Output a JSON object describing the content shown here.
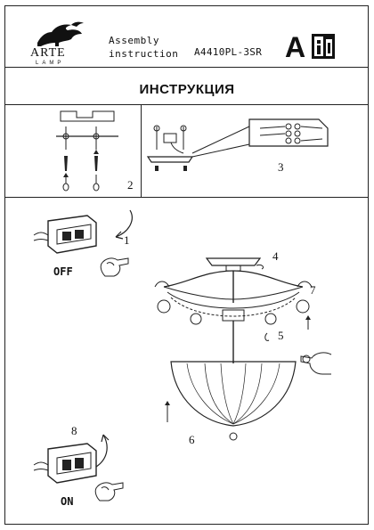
{
  "header": {
    "brand": "ARTE",
    "brand_sub": "LAMP",
    "assembly_text": "Assembly\ninstruction",
    "model": "A4410PL-3SR"
  },
  "title": "ИНСТРУКЦИЯ",
  "steps": {
    "s1": "1",
    "s2": "2",
    "s3": "3",
    "s4": "4",
    "s5": "5",
    "s6": "6",
    "s7": "7",
    "s8": "8"
  },
  "switch_labels": {
    "off": "OFF",
    "on": "ON"
  }
}
